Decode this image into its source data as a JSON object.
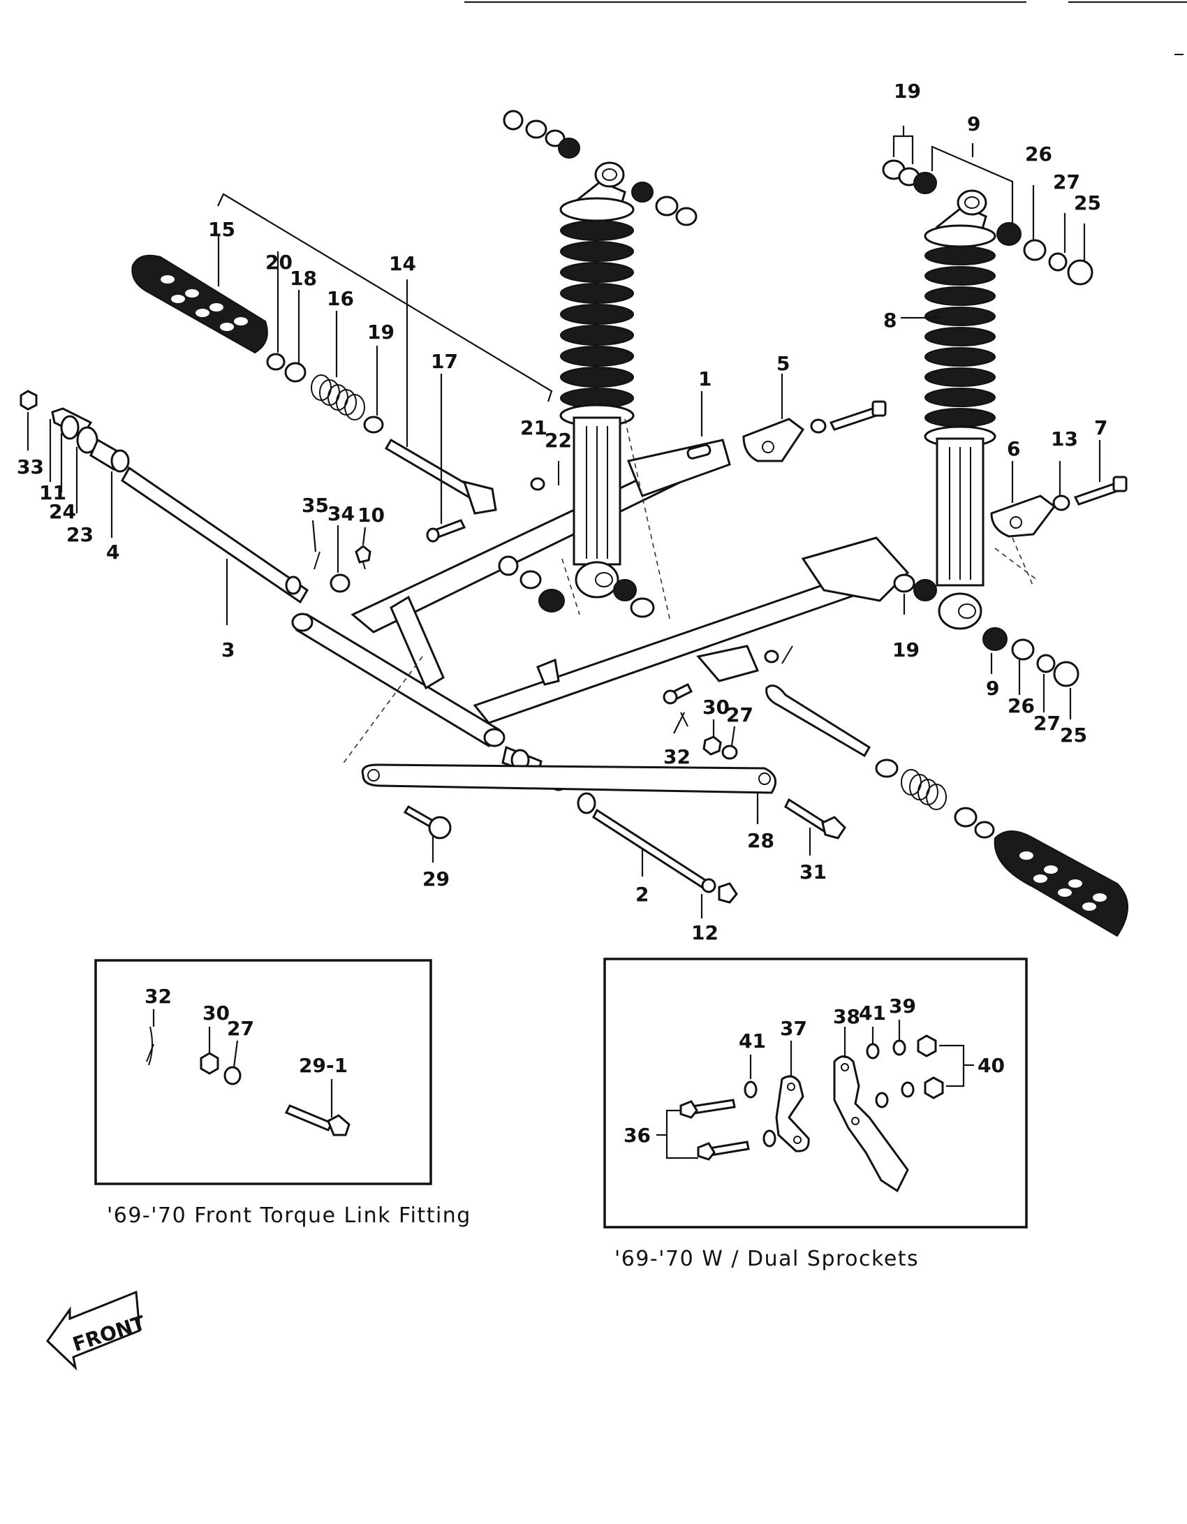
{
  "callouts": {
    "p1": "1",
    "p2": "2",
    "p3": "3",
    "p4": "4",
    "p5": "5",
    "p6": "6",
    "p7": "7",
    "p8": "8",
    "p9_top": "9",
    "p9_bottom": "9",
    "p10": "10",
    "p11": "11",
    "p12": "12",
    "p13": "13",
    "p14": "14",
    "p15": "15",
    "p16": "16",
    "p17": "17",
    "p18": "18",
    "p19_left": "19",
    "p19_top_right": "19",
    "p19_mid_right": "19",
    "p20": "20",
    "p21": "21",
    "p22": "22",
    "p23": "23",
    "p24": "24",
    "p25_top": "25",
    "p25_bottom": "25",
    "p26_top": "26",
    "p26_bottom": "26",
    "p27_top": "27",
    "p27_bottom": "27",
    "p27_center": "27",
    "p28": "28",
    "p29": "29",
    "p30_center": "30",
    "p31": "31",
    "p32_center": "32",
    "p33": "33",
    "p34": "34",
    "p35": "35"
  },
  "inset_torque_link": {
    "caption": "'69-'70  Front Torque Link Fitting",
    "callouts": {
      "p32": "32",
      "p30": "30",
      "p27": "27",
      "p29_1": "29-1"
    }
  },
  "inset_dual_sprockets": {
    "caption": "'69-'70   W / Dual Sprockets",
    "callouts": {
      "p36": "36",
      "p37": "37",
      "p38": "38",
      "p39": "39",
      "p40": "40",
      "p41_a": "41",
      "p41_b": "41"
    }
  },
  "front_arrow": {
    "label": "FRONT"
  }
}
